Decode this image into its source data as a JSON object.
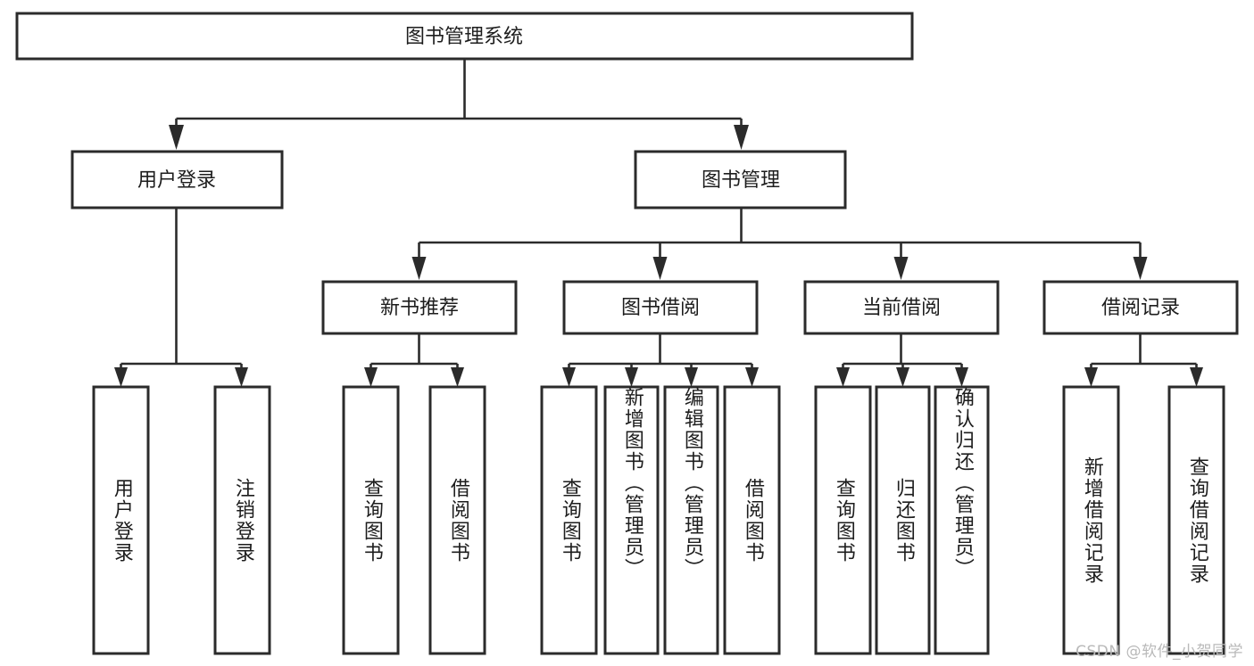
{
  "diagram": {
    "title": "图书管理系统",
    "watermark": "CSDN @软件_小贺同学",
    "colors": {
      "box_stroke": "#2b2b2b",
      "box_fill": "#ffffff",
      "text": "#1d1d1d",
      "watermark": "#b9b9b9",
      "background": "#ffffff"
    },
    "levels": {
      "level1": {
        "label": "图书管理系统"
      },
      "level2": [
        {
          "label": "用户登录"
        },
        {
          "label": "图书管理"
        }
      ],
      "level3": [
        {
          "label": "新书推荐"
        },
        {
          "label": "图书借阅"
        },
        {
          "label": "当前借阅"
        },
        {
          "label": "借阅记录"
        }
      ],
      "leaves": {
        "user_login": [
          {
            "label": "用户登录"
          },
          {
            "label": "注销登录"
          }
        ],
        "new_book_recommend": [
          {
            "label": "查询图书"
          },
          {
            "label": "借阅图书"
          }
        ],
        "book_borrow": [
          {
            "label": "查询图书"
          },
          {
            "label": "新增图书（管理员）"
          },
          {
            "label": "编辑图书（管理员）"
          },
          {
            "label": "借阅图书"
          }
        ],
        "current_borrow": [
          {
            "label": "查询图书"
          },
          {
            "label": "归还图书"
          },
          {
            "label": "确认归还（管理员）"
          }
        ],
        "borrow_record": [
          {
            "label": "新增借阅记录"
          },
          {
            "label": "查询借阅记录"
          }
        ]
      }
    }
  }
}
